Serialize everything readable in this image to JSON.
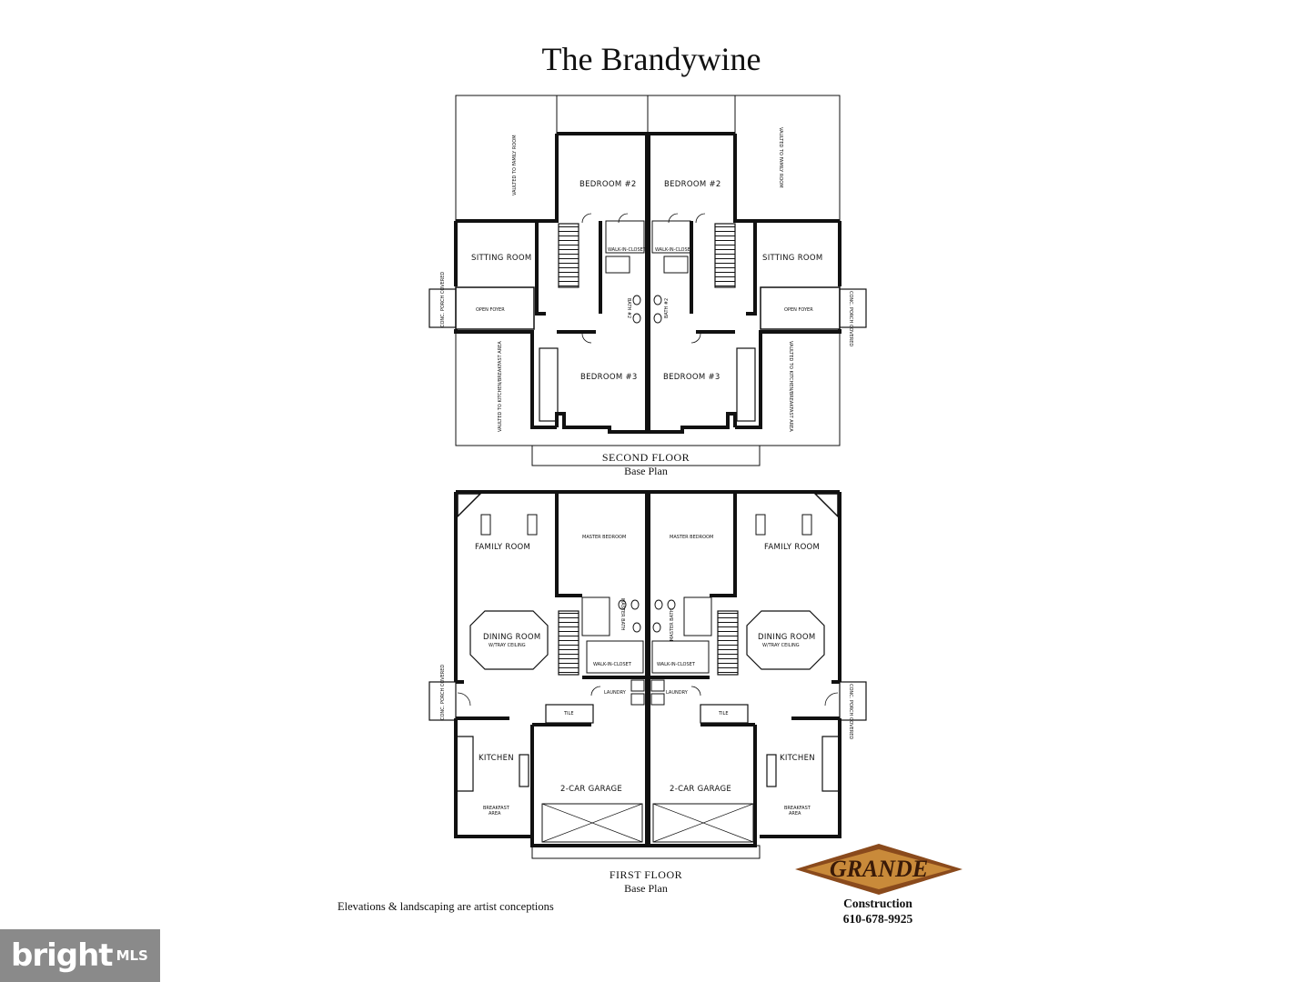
{
  "title": "The Brandywine",
  "second_floor": {
    "name": "SECOND FLOOR",
    "subtitle": "Base Plan",
    "rooms": {
      "bedroom2": "BEDROOM #2",
      "bedroom3": "BEDROOM #3",
      "sitting_room": "SITTING ROOM",
      "open_foyer": "OPEN FOYER",
      "vaulted_family": "VAULTED TO FAMILY ROOM",
      "vaulted_kitchen": "VAULTED TO KITCHEN/BREAKFAST AREA",
      "covered_porch": "CONC. PORCH COVERED",
      "walk_in_closet": "WALK-IN-CLOSET",
      "bath2": "BATH #2"
    }
  },
  "first_floor": {
    "name": "FIRST FLOOR",
    "subtitle": "Base Plan",
    "rooms": {
      "family_room": "FAMILY ROOM",
      "master_bedroom": "MASTER BEDROOM",
      "master_bath": "MASTER BATH",
      "dining_room": "DINING ROOM",
      "dining_sub": "W/TRAY CEILING",
      "laundry": "LAUNDRY",
      "tile": "TILE",
      "kitchen": "KITCHEN",
      "breakfast": "BREAKFAST",
      "breakfast_sub": "AREA",
      "garage": "2-CAR GARAGE",
      "covered_porch": "CONC. PORCH COVERED",
      "walk_in_closet": "WALK-IN-CLOSET"
    }
  },
  "note": "Elevations & landscaping are artist conceptions",
  "builder": {
    "logo_text": "GRANDE",
    "name": "Construction",
    "phone": "610-678-9925"
  },
  "watermark": {
    "brand": "bright",
    "suffix": "MLS"
  }
}
